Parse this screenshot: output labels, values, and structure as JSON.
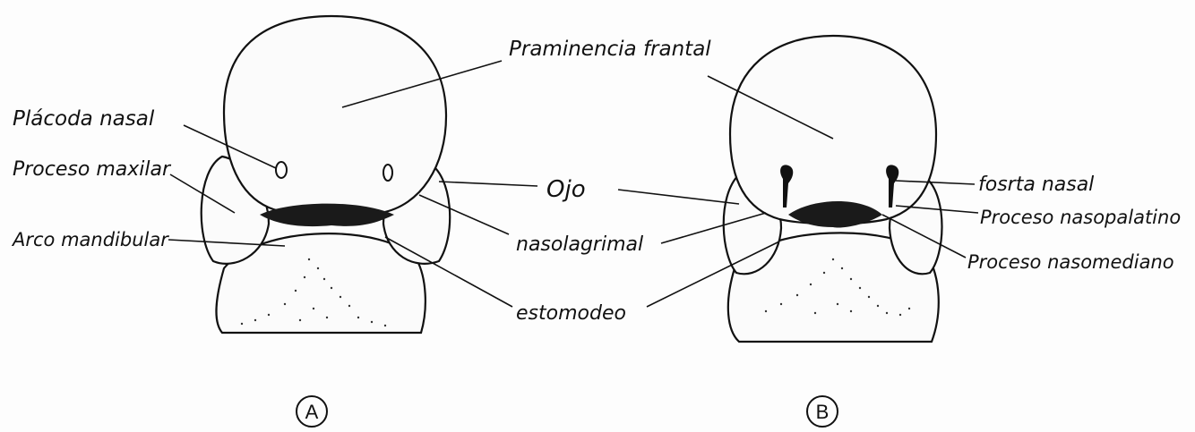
{
  "figure_a": {
    "panel_label": "A",
    "labels": {
      "placoda_nasal": "Plácoda nasal",
      "proceso_maxilar": "Proceso maxilar",
      "arco_mandibular": "Arco mandibular"
    }
  },
  "figure_b": {
    "panel_label": "B",
    "labels": {
      "fosita_nasal": "fosrta nasal",
      "proceso_nasopalatino": "Proceso nasopalatino",
      "proceso_nasomediano": "Proceso nasomediano"
    }
  },
  "shared_labels": {
    "prominencia_frontal": "Praminencia frantal",
    "ojo": "Ojo",
    "nasolagrimal": "nasolagrimal",
    "estomodeo": "estomodeo"
  },
  "colors": {
    "ink": "#111111",
    "paper": "#fdfdfd"
  }
}
